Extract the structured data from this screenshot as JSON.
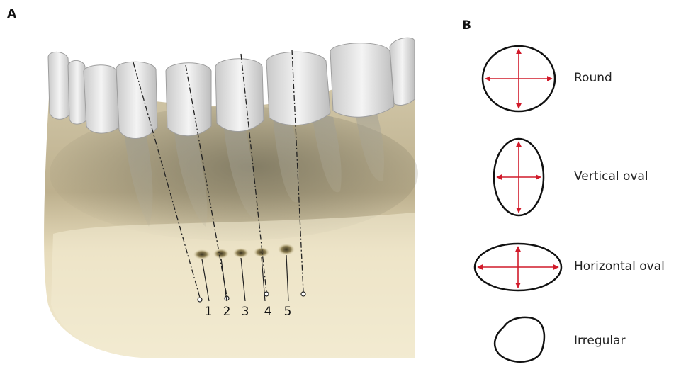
{
  "panels": {
    "a": "A",
    "b": "B"
  },
  "foramen_numbers": [
    "1",
    "2",
    "3",
    "4",
    "5"
  ],
  "shapes": {
    "round": "Round",
    "vertical_oval": "Vertical oval",
    "horizontal_oval": "Horizontal oval",
    "irregular": "Irregular"
  },
  "colors": {
    "arrow": "#d11a2a",
    "outline": "#111111",
    "bone": "#efe6c8"
  }
}
